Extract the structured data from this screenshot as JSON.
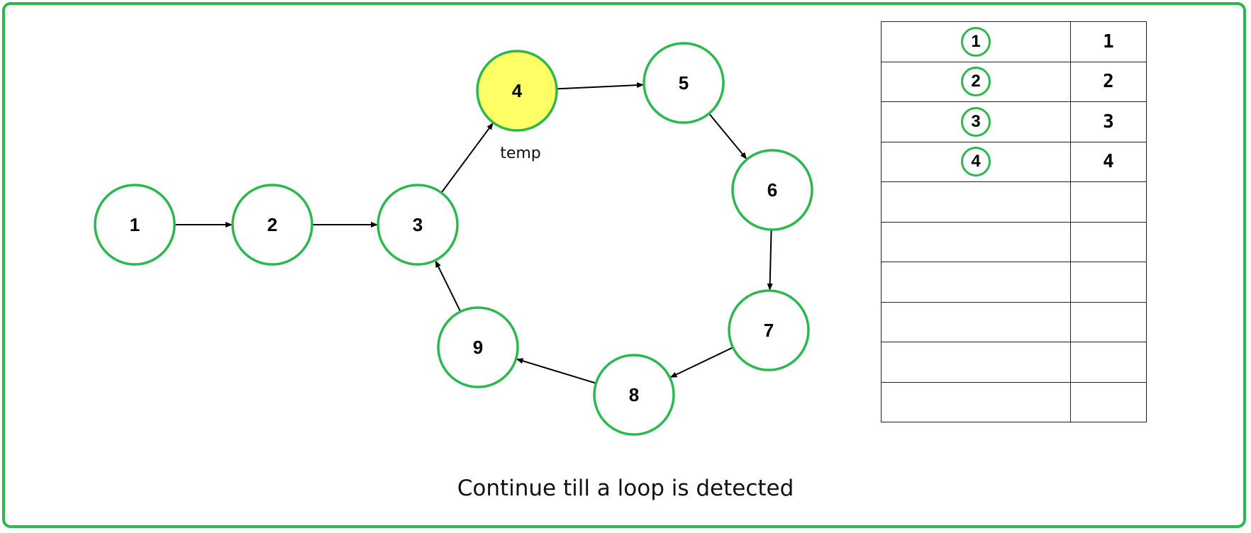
{
  "colors": {
    "border": "#2db84d",
    "node_stroke": "#2db84d",
    "highlight_fill": "#ffff66",
    "arrow": "#000000"
  },
  "nodes": [
    {
      "id": "n1",
      "label": "1",
      "highlight": false
    },
    {
      "id": "n2",
      "label": "2",
      "highlight": false
    },
    {
      "id": "n3",
      "label": "3",
      "highlight": false
    },
    {
      "id": "n4",
      "label": "4",
      "highlight": true
    },
    {
      "id": "n5",
      "label": "5",
      "highlight": false
    },
    {
      "id": "n6",
      "label": "6",
      "highlight": false
    },
    {
      "id": "n7",
      "label": "7",
      "highlight": false
    },
    {
      "id": "n8",
      "label": "8",
      "highlight": false
    },
    {
      "id": "n9",
      "label": "9",
      "highlight": false
    }
  ],
  "edges": [
    [
      "n1",
      "n2"
    ],
    [
      "n2",
      "n3"
    ],
    [
      "n3",
      "n4"
    ],
    [
      "n4",
      "n5"
    ],
    [
      "n5",
      "n6"
    ],
    [
      "n6",
      "n7"
    ],
    [
      "n7",
      "n8"
    ],
    [
      "n8",
      "n9"
    ],
    [
      "n9",
      "n3"
    ]
  ],
  "pointer": {
    "label": "temp",
    "node": "n4"
  },
  "table": {
    "rows": [
      {
        "key": "1",
        "value": "1"
      },
      {
        "key": "2",
        "value": "2"
      },
      {
        "key": "3",
        "value": "3"
      },
      {
        "key": "4",
        "value": "4"
      },
      {
        "key": "",
        "value": ""
      },
      {
        "key": "",
        "value": ""
      },
      {
        "key": "",
        "value": ""
      },
      {
        "key": "",
        "value": ""
      },
      {
        "key": "",
        "value": ""
      },
      {
        "key": "",
        "value": ""
      }
    ]
  },
  "caption": "Continue till a loop is detected"
}
